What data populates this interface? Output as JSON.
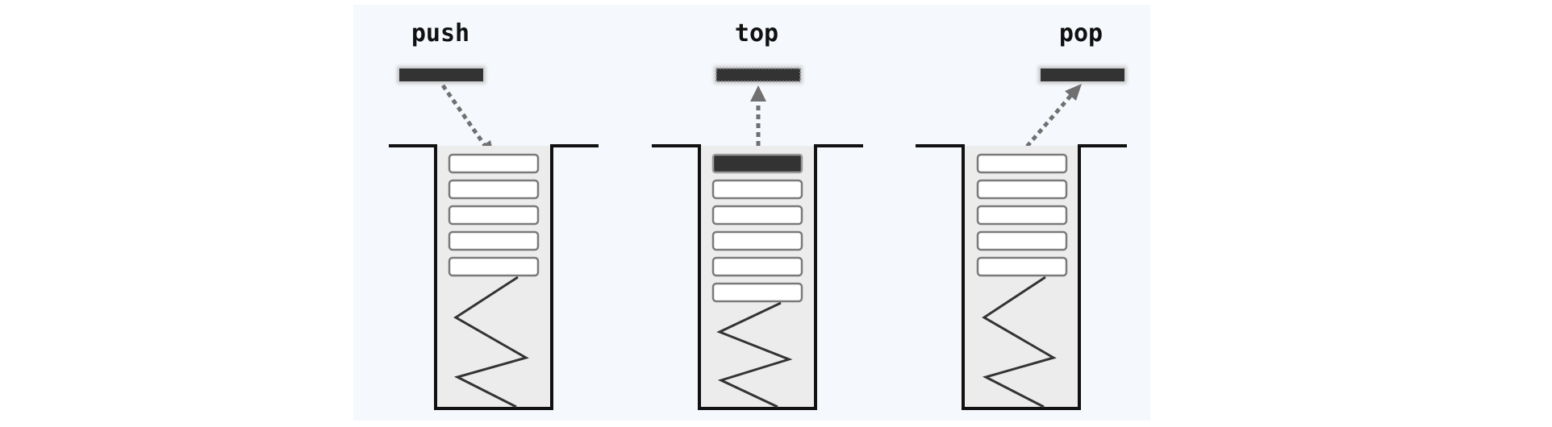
{
  "operations": [
    {
      "id": "push",
      "label": "push",
      "stack_slots": 5,
      "moving_block": "outlined-solid",
      "arrow_direction": "down-into-stack",
      "top_element_highlighted": false
    },
    {
      "id": "top",
      "label": "top",
      "stack_slots": 6,
      "moving_block": "dotted-copy",
      "arrow_direction": "up-from-stack",
      "top_element_highlighted": true
    },
    {
      "id": "pop",
      "label": "pop",
      "stack_slots": 5,
      "moving_block": "outlined-solid",
      "arrow_direction": "up-from-stack",
      "top_element_highlighted": false
    }
  ],
  "colors": {
    "panel_background": "#f5f8fd",
    "stack_fill": "#ececec",
    "stack_outline": "#111111",
    "block_fill": "#333333",
    "slot_fill": "#ffffff",
    "slot_border": "#7a7a7a",
    "arrow": "#707070",
    "spring": "#333333"
  }
}
